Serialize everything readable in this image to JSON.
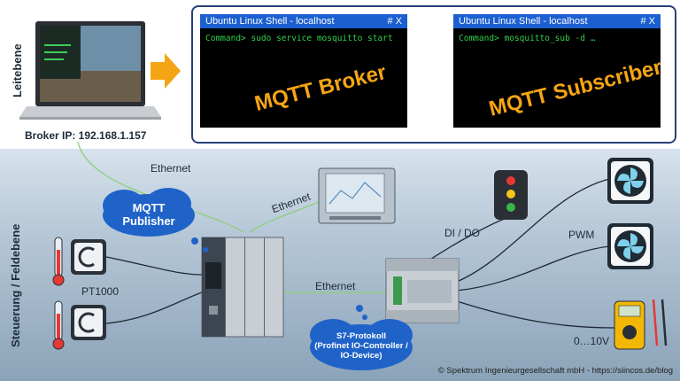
{
  "levels": {
    "top": "Leitebene",
    "bottom": "Steuerung / Feldebene"
  },
  "broker_ip": "Broker IP: 192.168.1.157",
  "terminals": [
    {
      "title": "Ubuntu Linux Shell - localhost",
      "controls": "# X",
      "command": "Command> sudo service mosquitto start",
      "watermark": "MQTT Broker"
    },
    {
      "title": "Ubuntu Linux Shell - localhost",
      "controls": "# X",
      "command": "Command> mosquitto_sub -d …",
      "watermark": "MQTT Subscriber"
    }
  ],
  "connections": {
    "ethernet_1": "Ethernet",
    "ethernet_2": "Ethernet",
    "ethernet_3": "Ethernet",
    "dido": "DI / DO",
    "pwm": "PWM",
    "analog": "0…10V",
    "pt1000": "PT1000"
  },
  "clouds": {
    "publisher_line1": "MQTT",
    "publisher_line2": "Publisher",
    "s7_line1": "S7-Protokoll",
    "s7_line2": "(Profinet IO-Controller /",
    "s7_line3": "IO-Device)"
  },
  "copyright": "© Spektrum Ingenieurgesellschaft mbH - https://siincos.de/blog",
  "colors": {
    "accent_orange": "#f5a513",
    "terminal_green": "#2fd24a",
    "terminal_bar": "#1b5fd0",
    "cloud_blue": "#1f63c9",
    "frame_blue": "#27407a"
  }
}
